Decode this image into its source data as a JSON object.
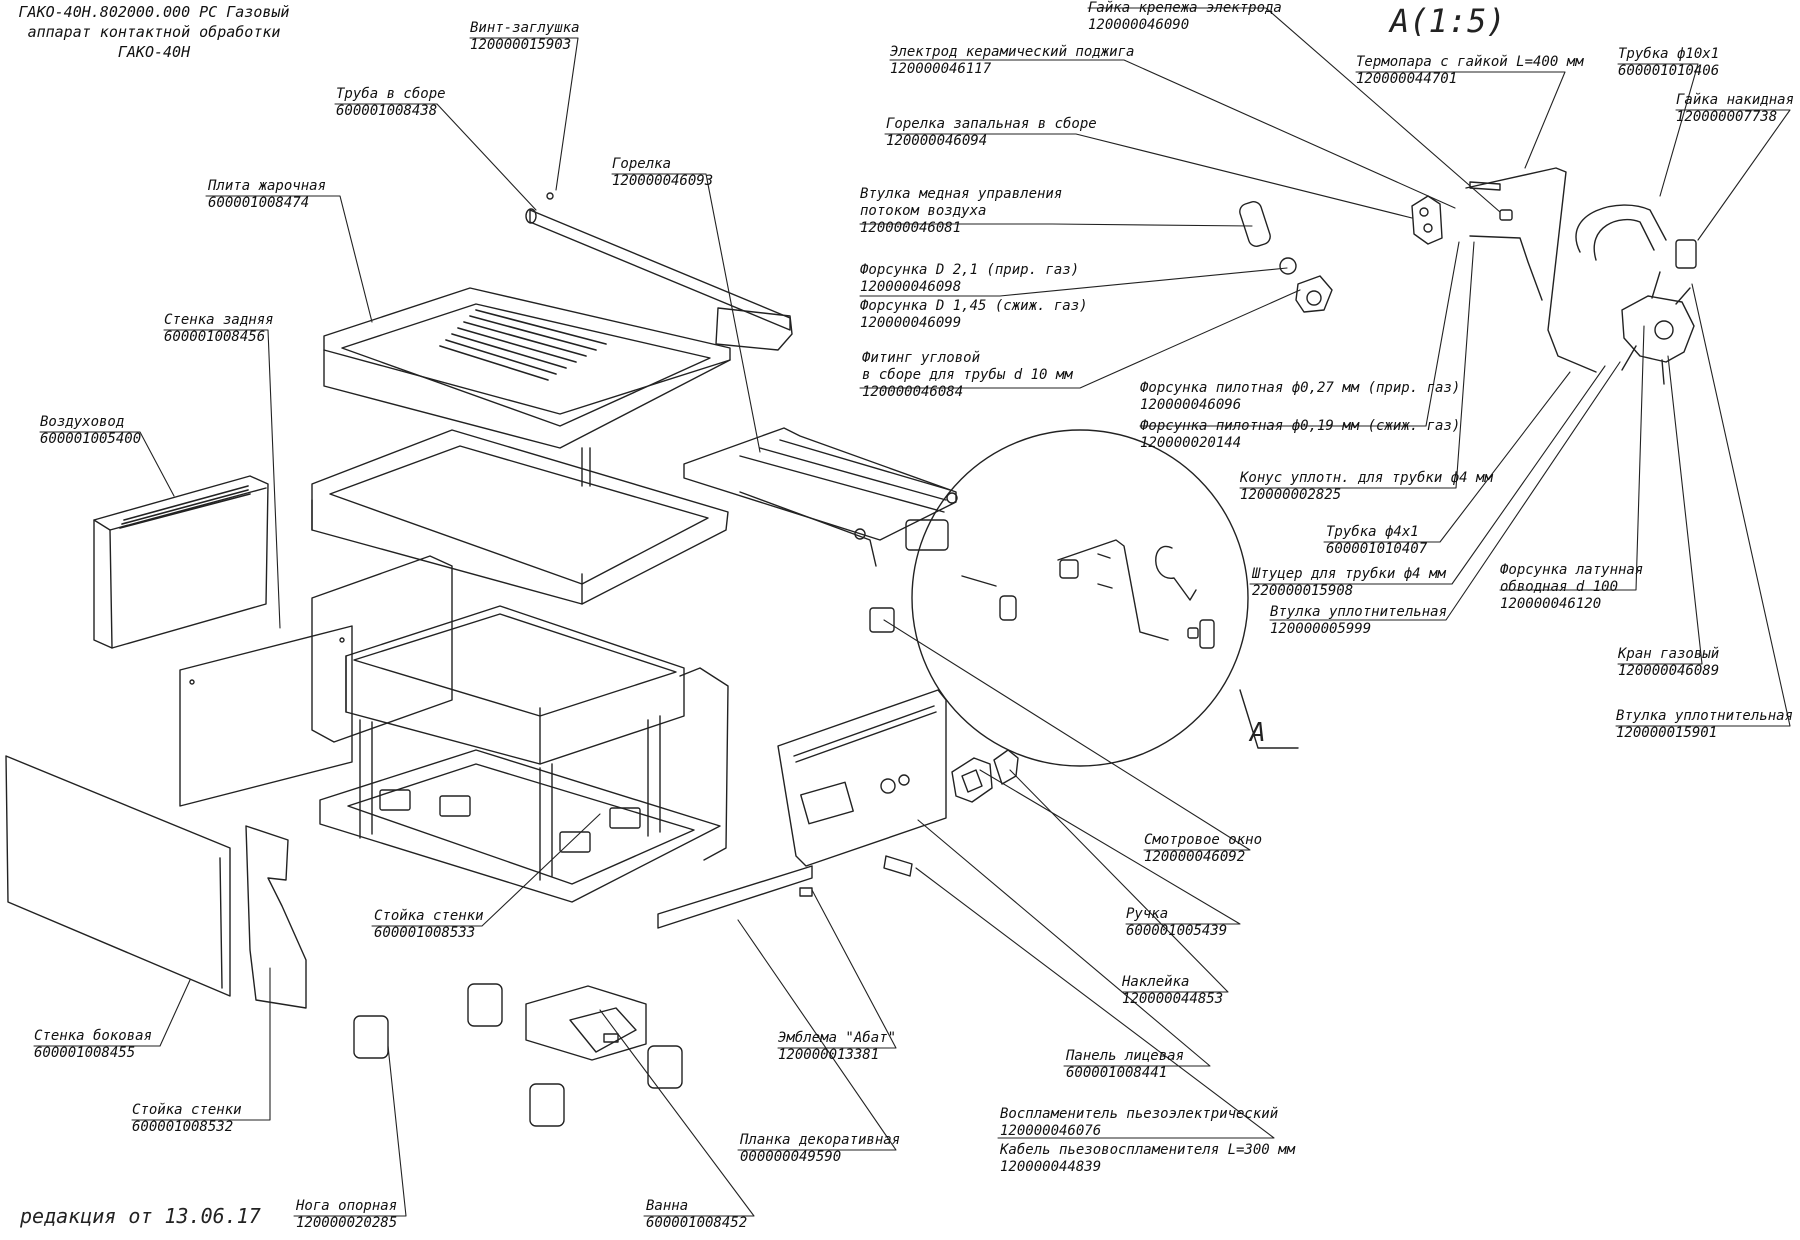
{
  "title": {
    "line1": "ГАКО-40Н.802000.000 РС Газовый",
    "line2": "аппарат контактной обработки",
    "line3": "ГАКО-40Н"
  },
  "detail_header": "А(1:5)",
  "view_label": "А",
  "edition": "редакция от 13.06.17",
  "callouts": {
    "vint_zaglushka": {
      "name": "Винт-заглушка",
      "code": "120000015903"
    },
    "truba_v_sbore": {
      "name": "Труба в сборе",
      "code": "600001008438"
    },
    "plita_zharochnaya": {
      "name": "Плита жарочная",
      "code": "600001008474"
    },
    "gorelka": {
      "name": "Горелка",
      "code": "120000046093"
    },
    "stenka_zadnyaya": {
      "name": "Стенка задняя",
      "code": "600001008456"
    },
    "vozdukhovod": {
      "name": "Воздуховод",
      "code": "600001005400"
    },
    "gaika_krepezha": {
      "name": "Гайка крепежа электрода",
      "code": "120000046090"
    },
    "elektrod": {
      "name": "Электрод керамический поджига",
      "code": "120000046117"
    },
    "gorelka_zapalnaya": {
      "name": "Горелка запальная в сборе",
      "code": "120000046094"
    },
    "vtulka_mednaya": {
      "name1": "Втулка медная управления",
      "name2": "потоком воздуха",
      "code": "120000046081"
    },
    "forsunka_d21": {
      "name": "Форсунка D 2,1 (прир. газ)",
      "code": "120000046098"
    },
    "forsunka_d145": {
      "name": "Форсунка D 1,45 (сжиж. газ)",
      "code": "120000046099"
    },
    "fiting": {
      "name1": "Фитинг угловой",
      "name2": "в сборе для трубы d 10 мм",
      "code": "120000046084"
    },
    "termopara": {
      "name": "Термопара с гайкой L=400 мм",
      "code": "120000044701"
    },
    "trubka_10": {
      "name": "Трубка ф10х1",
      "code": "600001010406"
    },
    "gaika_nakidnaya": {
      "name": "Гайка накидная",
      "code": "120000007738"
    },
    "forsunka_pilot_027": {
      "name": "Форсунка пилотная ф0,27 мм (прир. газ)",
      "code": "120000046096"
    },
    "forsunka_pilot_019": {
      "name": "Форсунка пилотная ф0,19 мм (сжиж. газ)",
      "code": "120000020144"
    },
    "konus": {
      "name": "Конус уплотн. для трубки ф4 мм",
      "code": "120000002825"
    },
    "trubka_4": {
      "name": "Трубка ф4х1",
      "code": "600001010407"
    },
    "shtutser": {
      "name": "Штуцер для трубки ф4 мм",
      "code": "220000015908"
    },
    "vtulka_upl_1": {
      "name": "Втулка уплотнительная",
      "code": "120000005999"
    },
    "forsunka_latun": {
      "name1": "Форсунка латунная",
      "name2": "обводная d 100",
      "code": "120000046120"
    },
    "kran": {
      "name": "Кран газовый",
      "code": "120000046089"
    },
    "vtulka_upl_2": {
      "name": "Втулка уплотнительная",
      "code": "120000015901"
    },
    "smotrovoe_okno": {
      "name": "Смотровое окно",
      "code": "120000046092"
    },
    "ruchka": {
      "name": "Ручка",
      "code": "600001005439"
    },
    "nakleika": {
      "name": "Наклейка",
      "code": "120000044853"
    },
    "panel_litsevaya": {
      "name": "Панель лицевая",
      "code": "600001008441"
    },
    "vosplamenitel": {
      "name": "Воспламенитель пьезоэлектрический",
      "code": "120000046076"
    },
    "kabel": {
      "name": "Кабель пьезовоспламенителя L=300 мм",
      "code": "120000044839"
    },
    "stoika_stenki_1": {
      "name": "Стойка стенки",
      "code": "600001008533"
    },
    "stenka_bokovaya": {
      "name": "Стенка боковая",
      "code": "600001008455"
    },
    "stoika_stenki_2": {
      "name": "Стойка стенки",
      "code": "600001008532"
    },
    "emblema": {
      "name": "Эмблема \"Абат\"",
      "code": "120000013381"
    },
    "planka": {
      "name": "Планка декоративная",
      "code": "000000049590"
    },
    "vanna": {
      "name": "Ванна",
      "code": "600001008452"
    },
    "noga": {
      "name": "Нога опорная",
      "code": "120000020285"
    }
  }
}
